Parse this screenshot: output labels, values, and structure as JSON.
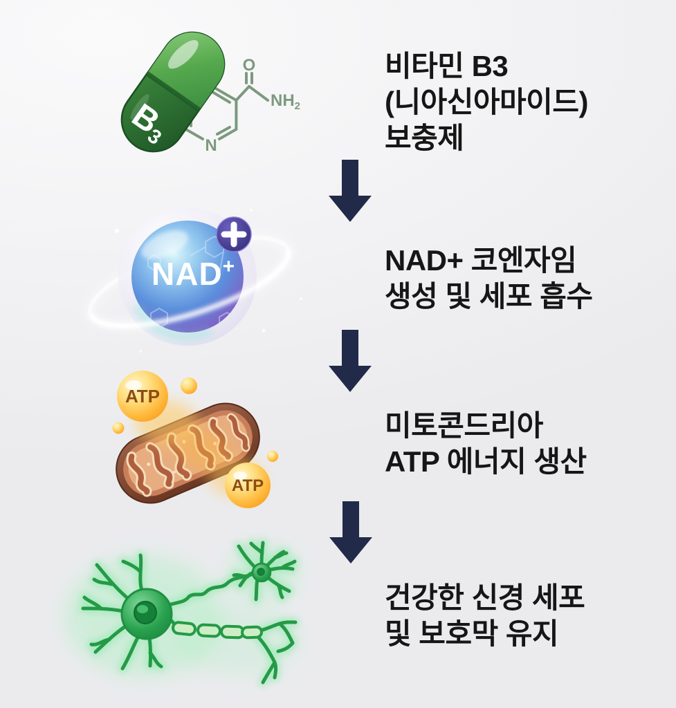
{
  "background": "#f1f1f4",
  "colors": {
    "arrow_navy": "#212a48",
    "text_black": "#161616",
    "capsule_green_dark": "#2e7134",
    "capsule_green_light": "#57a94e",
    "structure_gray_green": "#7c9a7e",
    "orb_blue": "#5b8fdc",
    "orb_purple": "#7e63c6",
    "badge_indigo": "#332a74",
    "mito_brown": "#7a4430",
    "mito_matrix_tan": "#e7ad80",
    "atp_gold": "#f5a11f",
    "atp_text_brown": "#8c4c12",
    "neuron_green": "#249a47"
  },
  "steps": [
    {
      "illustration": "vitamin-b3-capsule",
      "capsule_label": "B",
      "capsule_label_sub": "3",
      "structure": {
        "oxygen": "O",
        "amide": "NH",
        "amide_sub": "2",
        "ring_nitrogen": "N"
      },
      "lines": [
        "비타민 B3",
        "(니아신아마이드)",
        "보충제"
      ]
    },
    {
      "illustration": "nad-coenzyme-sphere",
      "sphere_label": "NAD",
      "sphere_label_sup": "+",
      "badge_symbol": "+",
      "lines": [
        "NAD+ 코엔자임",
        "생성 및 세포 흡수"
      ]
    },
    {
      "illustration": "mitochondria-atp-production",
      "atp_label": "ATP",
      "lines": [
        "미토콘드리아",
        "ATP 에너지 생산"
      ]
    },
    {
      "illustration": "healthy-neurons",
      "lines": [
        "건강한 신경 세포",
        "및 보호막 유지"
      ]
    }
  ]
}
